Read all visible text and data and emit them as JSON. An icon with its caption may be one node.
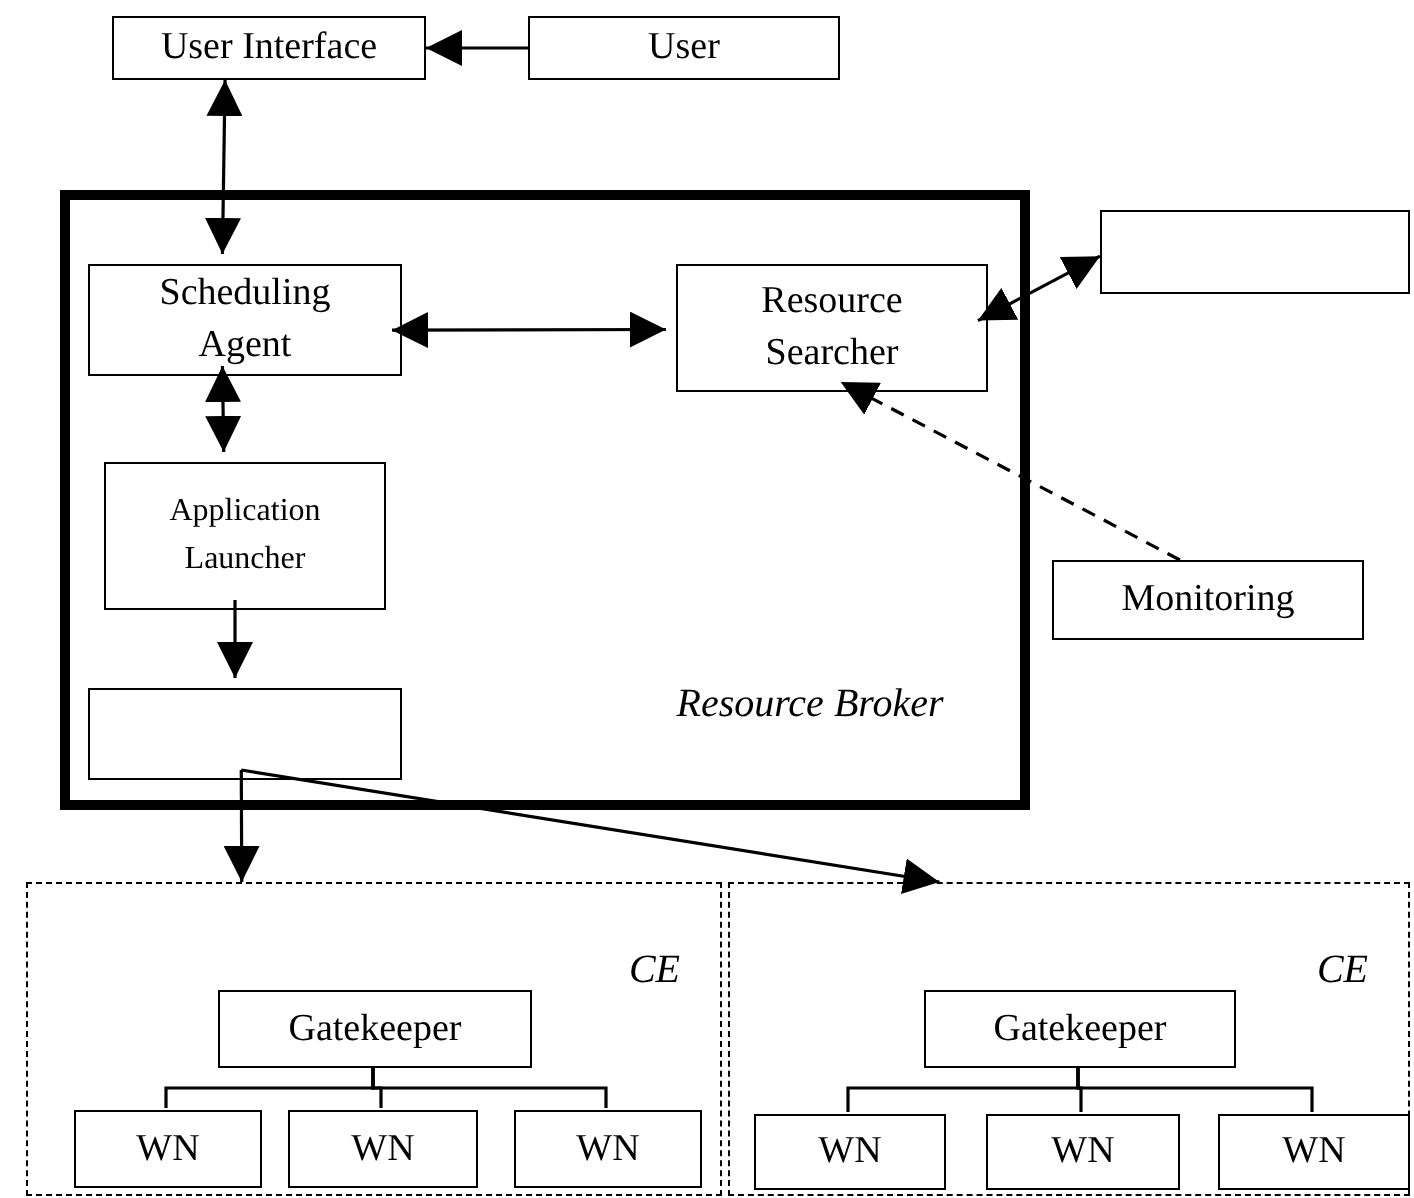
{
  "diagram": {
    "nodes": [
      {
        "text": [
          "User Interface"
        ]
      },
      {
        "text": [
          "User"
        ]
      },
      {
        "text": [
          "Resource Broker"
        ]
      },
      {
        "text": [
          "Scheduling Agent"
        ],
        "in": 2
      },
      {
        "text": [
          "Resource Searcher"
        ],
        "in": 2
      },
      {
        "text": [],
        "shape": "box"
      },
      {
        "text": [
          "Application Launcher"
        ],
        "in": 2
      },
      {
        "text": [
          "Monitoring"
        ]
      },
      {
        "text": [],
        "shape": "box",
        "in": 2
      },
      {
        "text": [
          "CE"
        ]
      },
      {
        "text": [
          "Gatekeeper"
        ],
        "in": 9
      },
      {
        "text": [
          "WN"
        ],
        "in": 9
      },
      {
        "text": [
          "WN"
        ],
        "in": 9
      },
      {
        "text": [
          "WN"
        ],
        "in": 9
      },
      {
        "text": [
          "CE"
        ]
      },
      {
        "text": [
          "Gatekeeper"
        ],
        "in": 14
      },
      {
        "text": [
          "WN"
        ],
        "in": 14
      },
      {
        "text": [
          "WN"
        ],
        "in": 14
      },
      {
        "text": [
          "WN"
        ],
        "in": 14
      }
    ],
    "edges": [
      {
        "from": 1,
        "to": 0,
        "arrow": "to"
      },
      {
        "from": 0,
        "to": 3,
        "arrow": "both"
      },
      {
        "from": 3,
        "to": 4,
        "arrow": "both"
      },
      {
        "from": 5,
        "to": 4,
        "arrow": "both"
      },
      {
        "from": 7,
        "to": 4,
        "arrow": "to",
        "style": "dashed"
      },
      {
        "from": 3,
        "to": 6,
        "arrow": "both"
      },
      {
        "from": 6,
        "to": 8,
        "arrow": "to"
      },
      {
        "from": 8,
        "to": 9,
        "arrow": "to"
      },
      {
        "from": 8,
        "to": 14,
        "arrow": "to"
      },
      {
        "from": 10,
        "to": 11,
        "arrow": "none"
      },
      {
        "from": 10,
        "to": 12,
        "arrow": "none"
      },
      {
        "from": 10,
        "to": 13,
        "arrow": "none"
      },
      {
        "from": 15,
        "to": 16,
        "arrow": "none"
      },
      {
        "from": 15,
        "to": 17,
        "arrow": "none"
      },
      {
        "from": 15,
        "to": 18,
        "arrow": "none"
      }
    ]
  }
}
